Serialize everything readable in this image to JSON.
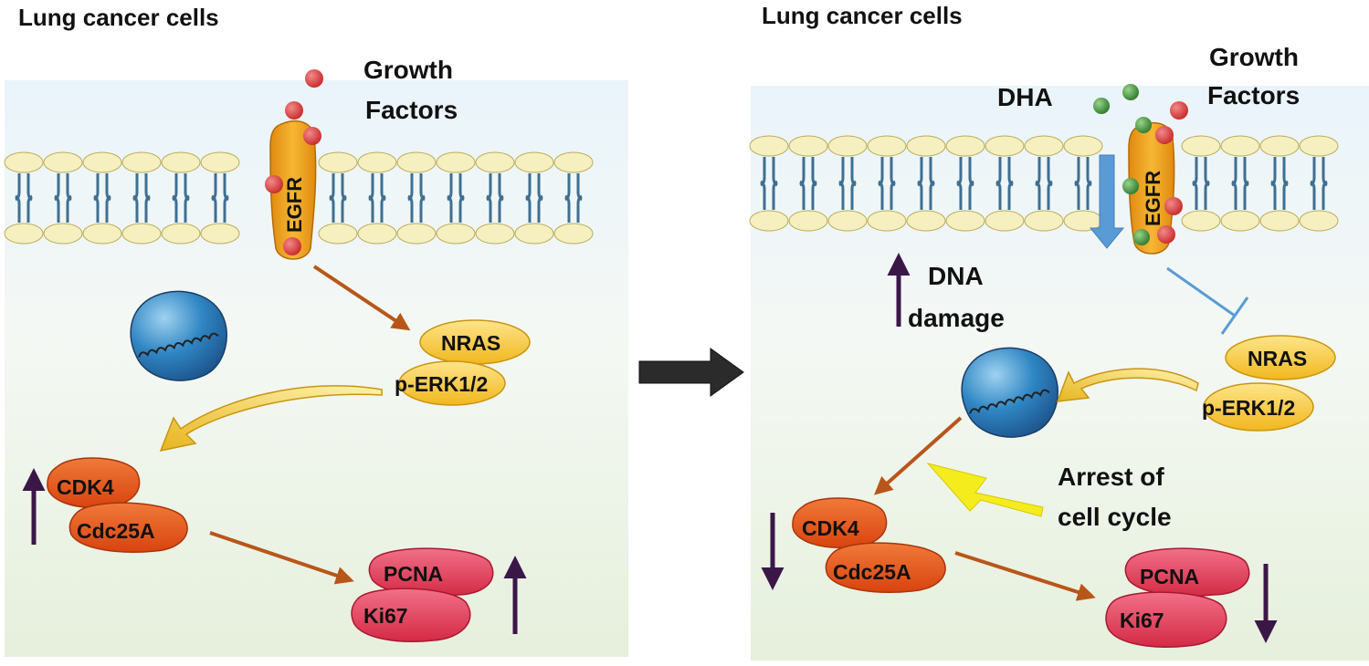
{
  "left_panel": {
    "title": "Lung cancer cells",
    "growth_factors": [
      "Growth",
      "Factors"
    ],
    "receptor": "EGFR",
    "ras_proteins": [
      "NRAS",
      "p-ERK1/2"
    ],
    "cell_cycle_proteins": [
      "CDK4",
      "Cdc25A"
    ],
    "proliferation_markers": [
      "PCNA",
      "Ki67"
    ],
    "cdk4_trend": "up",
    "pcna_trend": "up"
  },
  "right_panel": {
    "title": "Lung cancer cells",
    "drug": "DHA",
    "growth_factors": [
      "Growth",
      "Factors"
    ],
    "receptor": "EGFR",
    "dna_damage": [
      "DNA",
      "damage"
    ],
    "ras_proteins": [
      "NRAS",
      "p-ERK1/2"
    ],
    "arrest": [
      "Arrest of",
      "cell cycle"
    ],
    "cell_cycle_proteins": [
      "CDK4",
      "Cdc25A"
    ],
    "proliferation_markers": [
      "PCNA",
      "Ki67"
    ],
    "dna_damage_trend": "up",
    "cdk4_trend": "down",
    "pcna_trend": "down"
  },
  "colors": {
    "membrane_head": "#f6efbf",
    "membrane_tail": "#3f6f91",
    "egfr": "#f0a020",
    "growth_factor": "#d63b3b",
    "dha": "#3a8f3a",
    "ras": "#f7c832",
    "cdk": "#e8531a",
    "pcna": "#e23a52",
    "nucleus": "#2e7bb8",
    "signal_arrow": "#b8561a",
    "trend_arrow": "#3b1748",
    "inhibit": "#5b9bd5",
    "arrest_bolt": "#f5ec1e",
    "transition_arrow": "#2b2b2b"
  }
}
